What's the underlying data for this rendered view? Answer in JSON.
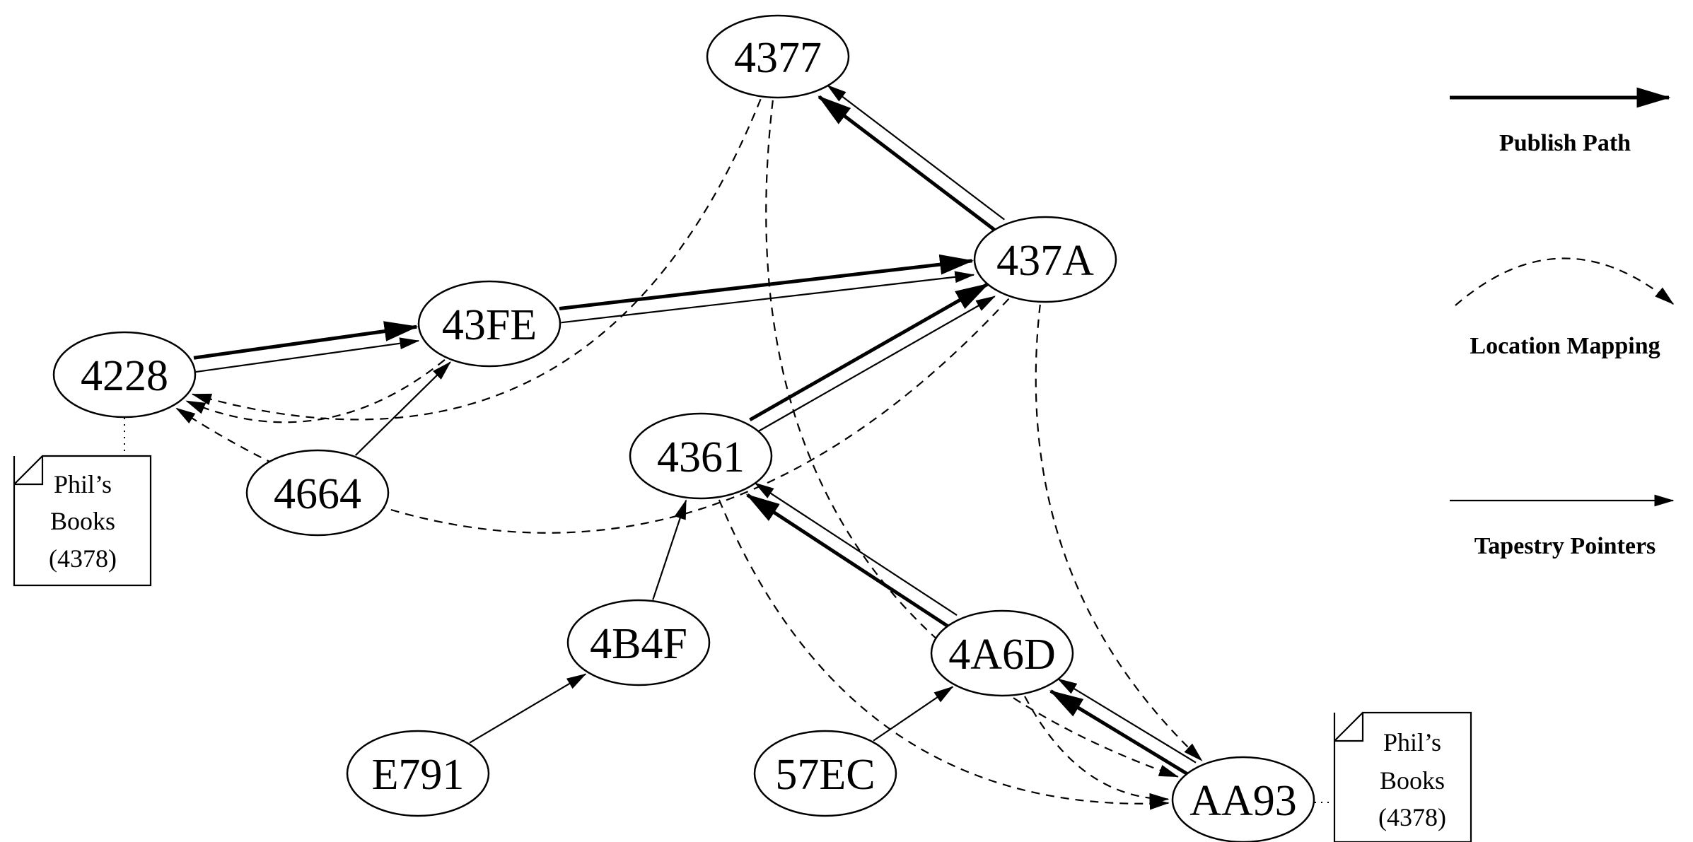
{
  "nodes": [
    {
      "id": "4377",
      "label": "4377"
    },
    {
      "id": "437A",
      "label": "437A"
    },
    {
      "id": "43FE",
      "label": "43FE"
    },
    {
      "id": "4228",
      "label": "4228"
    },
    {
      "id": "4664",
      "label": "4664"
    },
    {
      "id": "4361",
      "label": "4361"
    },
    {
      "id": "4B4F",
      "label": "4B4F"
    },
    {
      "id": "E791",
      "label": "E791"
    },
    {
      "id": "4A6D",
      "label": "4A6D"
    },
    {
      "id": "57EC",
      "label": "57EC"
    },
    {
      "id": "AA93",
      "label": "AA93"
    }
  ],
  "edges": {
    "publish_path": [
      {
        "from": "4228",
        "to": "43FE"
      },
      {
        "from": "43FE",
        "to": "437A"
      },
      {
        "from": "4361",
        "to": "437A"
      },
      {
        "from": "437A",
        "to": "4377"
      },
      {
        "from": "4A6D",
        "to": "4361"
      },
      {
        "from": "AA93",
        "to": "4A6D"
      }
    ],
    "tapestry_pointers": [
      {
        "from": "4228",
        "to": "43FE"
      },
      {
        "from": "43FE",
        "to": "437A"
      },
      {
        "from": "4361",
        "to": "437A"
      },
      {
        "from": "437A",
        "to": "4377"
      },
      {
        "from": "4A6D",
        "to": "4361"
      },
      {
        "from": "AA93",
        "to": "4A6D"
      },
      {
        "from": "4664",
        "to": "43FE"
      },
      {
        "from": "4B4F",
        "to": "4361"
      },
      {
        "from": "E791",
        "to": "4B4F"
      },
      {
        "from": "57EC",
        "to": "4A6D"
      }
    ],
    "location_mapping": [
      {
        "from": "4377",
        "to": "4228"
      },
      {
        "from": "437A",
        "to": "4228"
      },
      {
        "from": "43FE",
        "to": "4228"
      },
      {
        "from": "4377",
        "to": "AA93"
      },
      {
        "from": "437A",
        "to": "AA93"
      },
      {
        "from": "4361",
        "to": "AA93"
      },
      {
        "from": "4A6D",
        "to": "AA93"
      }
    ]
  },
  "documents": [
    {
      "id": "doc-left",
      "attached_to": "4228",
      "lines": [
        "Phil’s",
        "Books",
        "(4378)"
      ]
    },
    {
      "id": "doc-right",
      "attached_to": "AA93",
      "lines": [
        "Phil’s",
        "Books",
        "(4378)"
      ]
    }
  ],
  "legend": {
    "publish_path": "Publish Path",
    "location_mapping": "Location Mapping",
    "tapestry_pointers": "Tapestry Pointers"
  }
}
